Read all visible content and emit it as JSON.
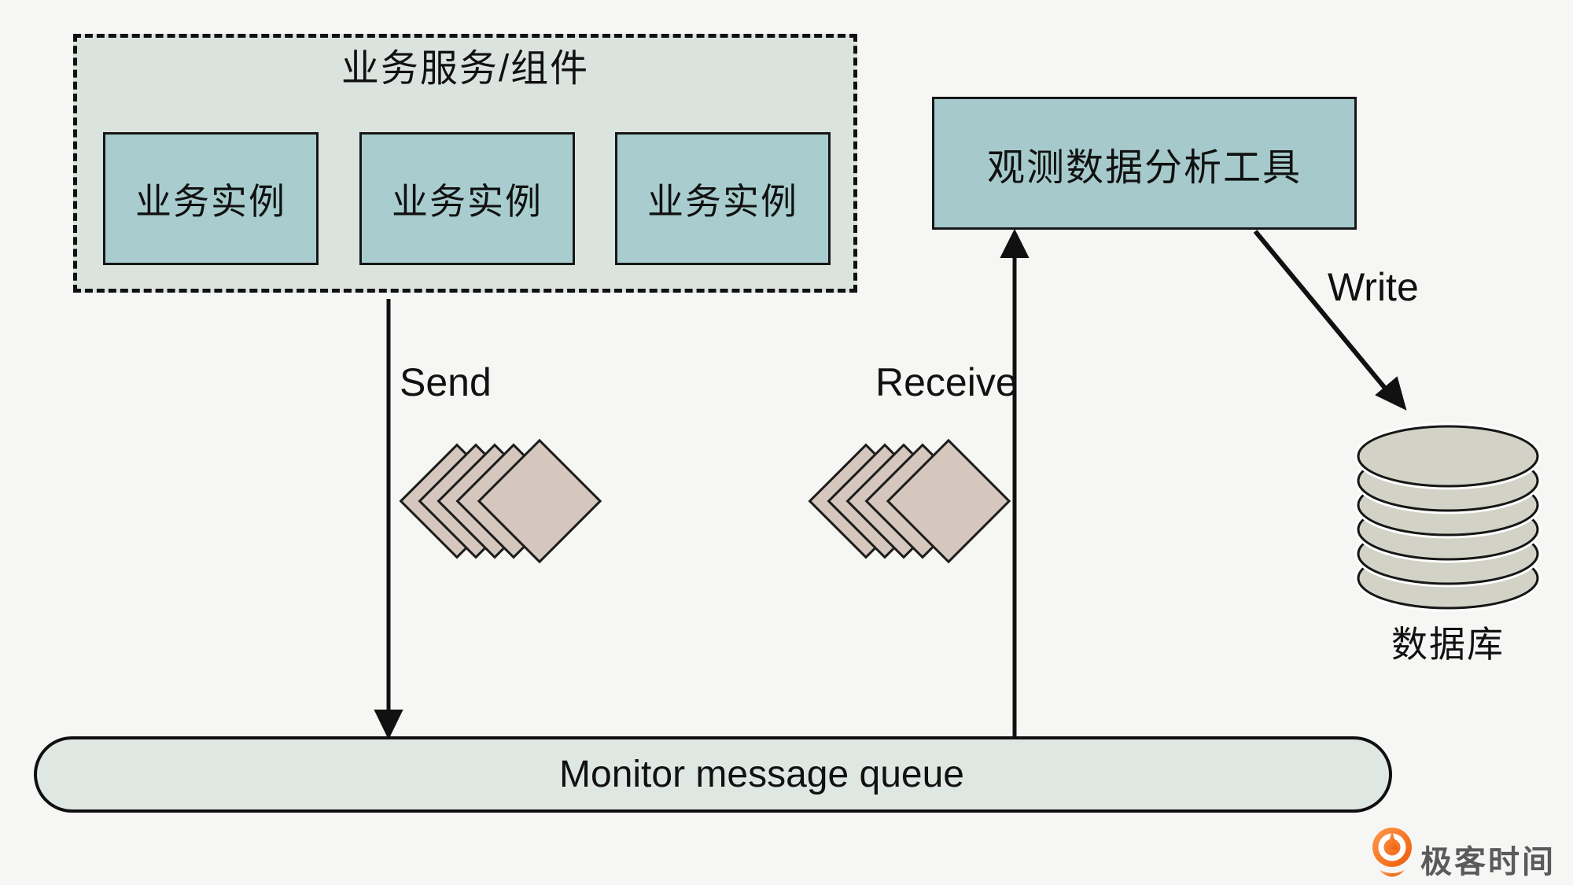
{
  "diagram": {
    "business_group": {
      "title": "业务服务/组件",
      "instances": [
        "业务实例",
        "业务实例",
        "业务实例"
      ]
    },
    "analysis_tool": {
      "label": "观测数据分析工具"
    },
    "queue": {
      "label": "Monitor message queue"
    },
    "database": {
      "label": "数据库"
    },
    "arrows": {
      "send": "Send",
      "receive": "Receive",
      "write": "Write"
    },
    "icons": {
      "message_batch": "diamond-stack",
      "database": "cylinder-stack"
    },
    "colors": {
      "background": "#f6f7f4",
      "group_fill": "#dbe3df",
      "instance_fill": "#a9cdcf",
      "tool_fill": "#a6cacc",
      "queue_fill": "#dfe7e3",
      "diamond_fill": "#d5c7bd",
      "database_fill": "#d2d2c7",
      "line": "#111111"
    }
  },
  "branding": {
    "logo_text": "极客时间",
    "logo_icon": "geektime-pin",
    "logo_orange": "#f1640e",
    "logo_text_color": "#595a5c"
  }
}
